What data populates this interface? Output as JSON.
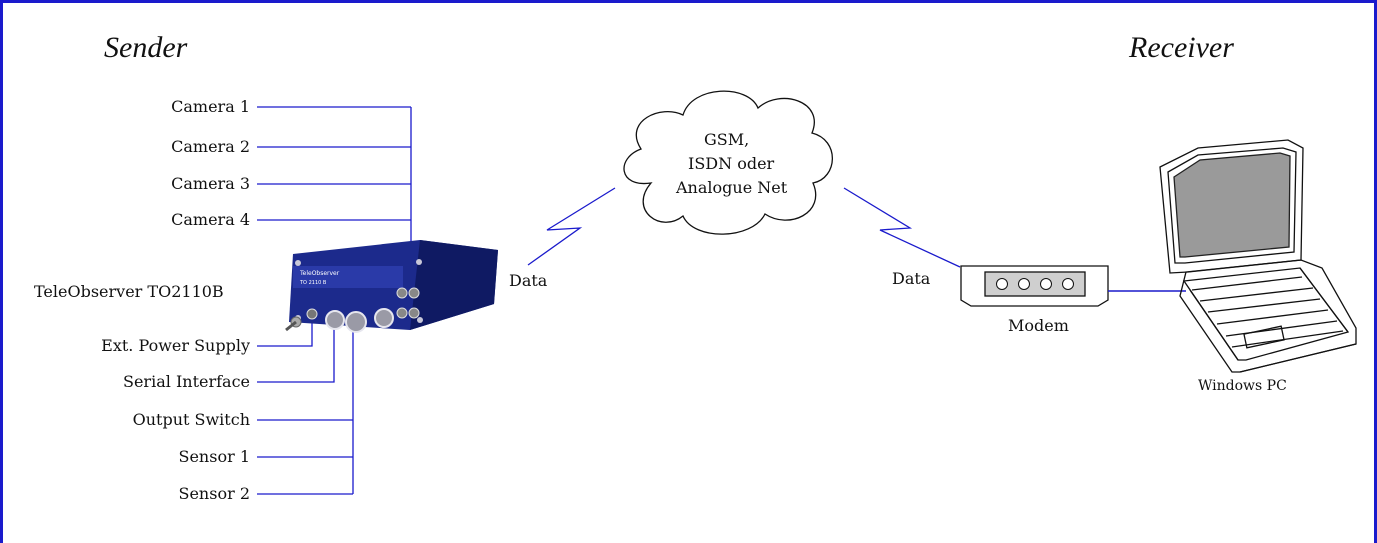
{
  "headings": {
    "sender": "Sender",
    "receiver": "Receiver"
  },
  "inputs": [
    "Camera 1",
    "Camera 2",
    "Camera 3",
    "Camera 4"
  ],
  "device": {
    "name": "TeleObserver TO2110B",
    "panel_brand": "TeleObserver",
    "panel_model": "TO 2110 B"
  },
  "outputs": [
    "Ext. Power Supply",
    "Serial Interface",
    "Output Switch",
    "Sensor 1",
    "Sensor 2"
  ],
  "network": {
    "line1": "GSM,",
    "line2": "ISDN oder",
    "line3": "Analogue Net"
  },
  "links": {
    "left_data": "Data",
    "right_data": "Data"
  },
  "receiver": {
    "modem": "Modem",
    "pc": "Windows PC"
  },
  "colors": {
    "frame": "#1a1acc",
    "wire": "#1a1acc",
    "device_body": "#1c2a8c"
  }
}
